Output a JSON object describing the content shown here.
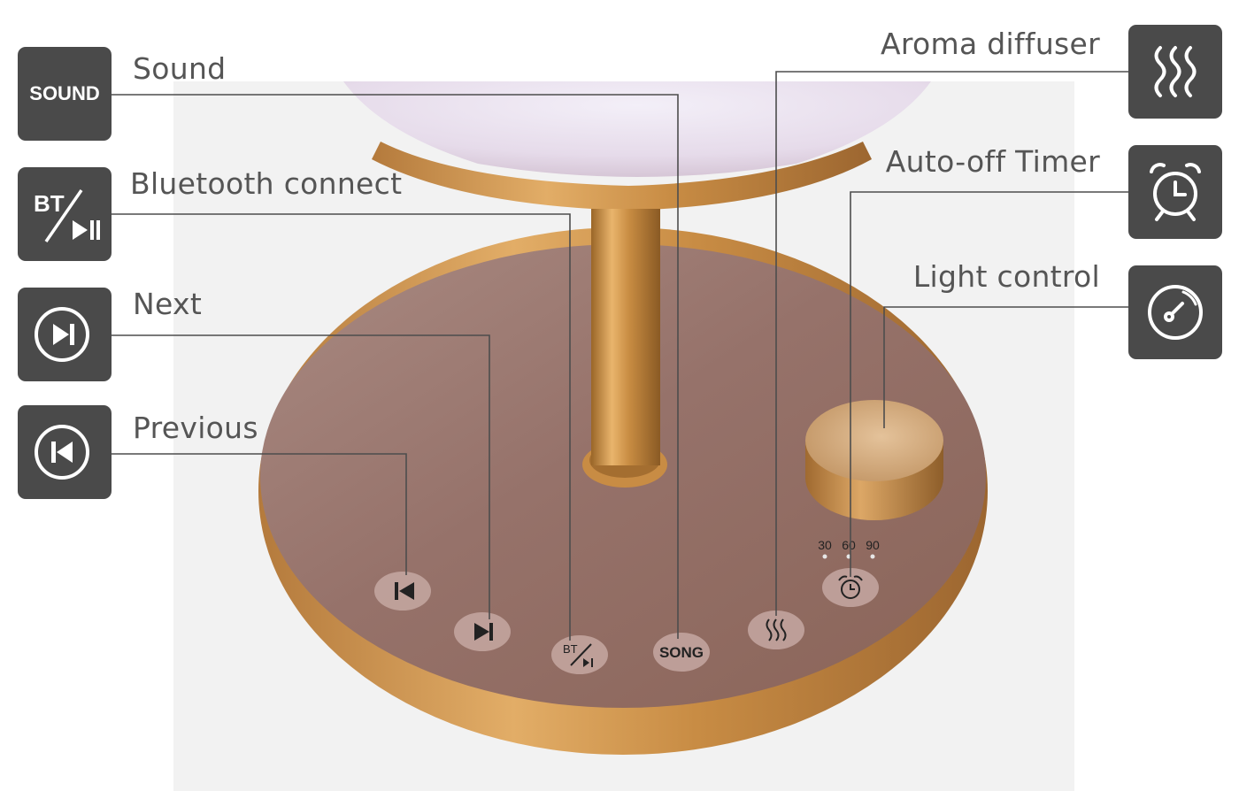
{
  "features": {
    "sound": {
      "label": "Sound",
      "icon": "sound-text-icon",
      "icon_text": "SOUND"
    },
    "bluetooth": {
      "label": "Bluetooth connect",
      "icon": "bluetooth-play-pause-icon",
      "icon_text": "BT"
    },
    "next": {
      "label": "Next",
      "icon": "next-track-icon"
    },
    "previous": {
      "label": "Previous",
      "icon": "previous-track-icon"
    },
    "aroma": {
      "label": "Aroma diffuser",
      "icon": "steam-waves-icon"
    },
    "timer": {
      "label": "Auto-off Timer",
      "icon": "alarm-clock-icon"
    },
    "light": {
      "label": "Light control",
      "icon": "dial-knob-icon"
    }
  },
  "base_buttons": {
    "bt_text": "BT",
    "song_text": "SONG",
    "timer_options": [
      "30",
      "60",
      "90"
    ]
  },
  "colors": {
    "icon_box": "#4a4a4a",
    "label_text": "#555555",
    "leader_line": "#4d4d4d",
    "base_top": "#9a7468",
    "gold": "#c8904a",
    "globe": "#ece6f2"
  }
}
